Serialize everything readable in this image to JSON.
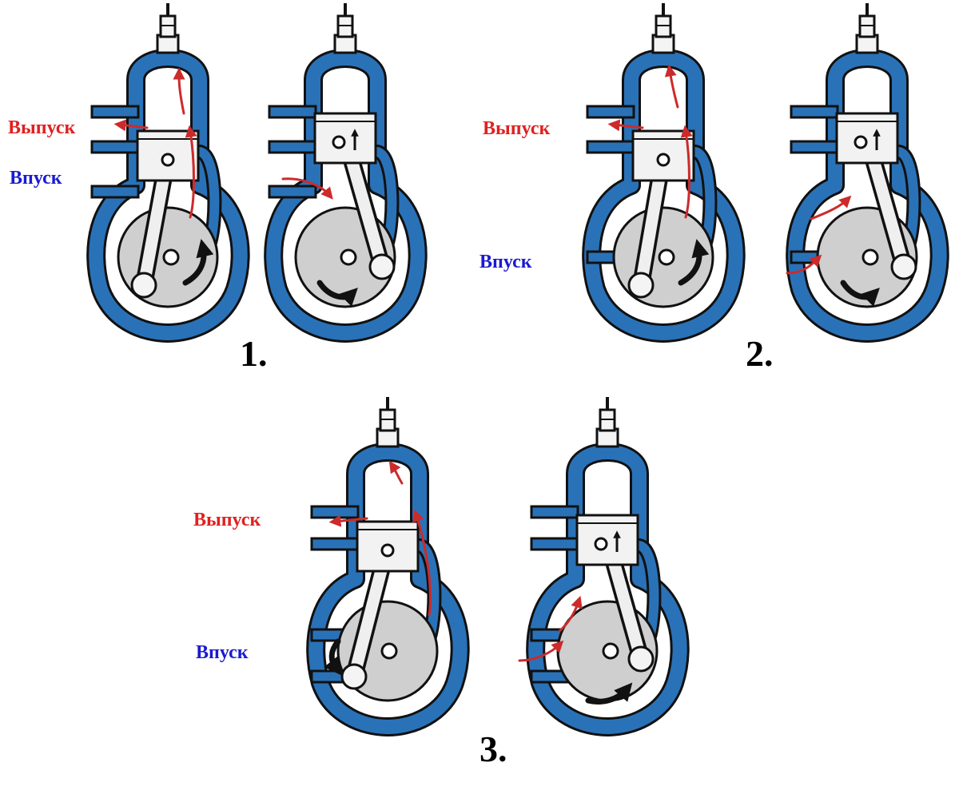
{
  "colors": {
    "wall": "#2a72b8",
    "outline": "#111111",
    "metal": "#cfcfcf",
    "piston": "#f2f2f2",
    "flow": "#cc2b2b",
    "rotation": "#111111",
    "exhaust_text": "#e02020",
    "intake_text": "#1a1ad0"
  },
  "labels": {
    "exhaust": "Выпуск",
    "intake": "Впуск"
  },
  "figures": [
    {
      "number": "1."
    },
    {
      "number": "2."
    },
    {
      "number": "3."
    }
  ]
}
